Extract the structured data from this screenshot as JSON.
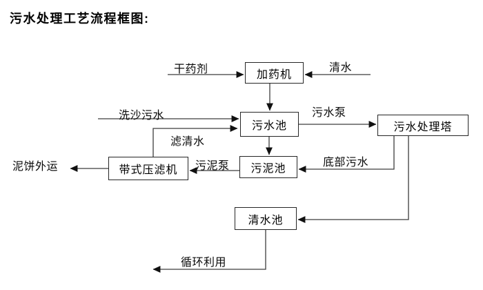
{
  "title": "污水处理工艺流程框图:",
  "colors": {
    "background": "#ffffff",
    "line": "#3c3c3c",
    "arrowhead": "#111111",
    "box_border": "#242424",
    "text": "#000000"
  },
  "diagram": {
    "nodes": [
      {
        "id": "dosing-machine",
        "label": "加药机"
      },
      {
        "id": "sewage-pool",
        "label": "污水池"
      },
      {
        "id": "treatment-tower",
        "label": "污水处理塔"
      },
      {
        "id": "belt-filter-press",
        "label": "带式压滤机"
      },
      {
        "id": "sludge-pool",
        "label": "污泥池"
      },
      {
        "id": "clear-water-pool",
        "label": "清水池"
      }
    ],
    "edge_labels": [
      {
        "id": "dry-chemical",
        "label": "干药剂"
      },
      {
        "id": "clear-water",
        "label": "清水"
      },
      {
        "id": "sand-washing-sewage",
        "label": "洗沙污水"
      },
      {
        "id": "sewage-pump",
        "label": "污水泵"
      },
      {
        "id": "filtered-water",
        "label": "滤清水"
      },
      {
        "id": "sludge-pump",
        "label": "污泥泵"
      },
      {
        "id": "mud-cake-out",
        "label": "泥饼外运"
      },
      {
        "id": "bottom-sewage",
        "label": "底部污水"
      },
      {
        "id": "recycle-reuse",
        "label": "循环利用"
      }
    ]
  }
}
